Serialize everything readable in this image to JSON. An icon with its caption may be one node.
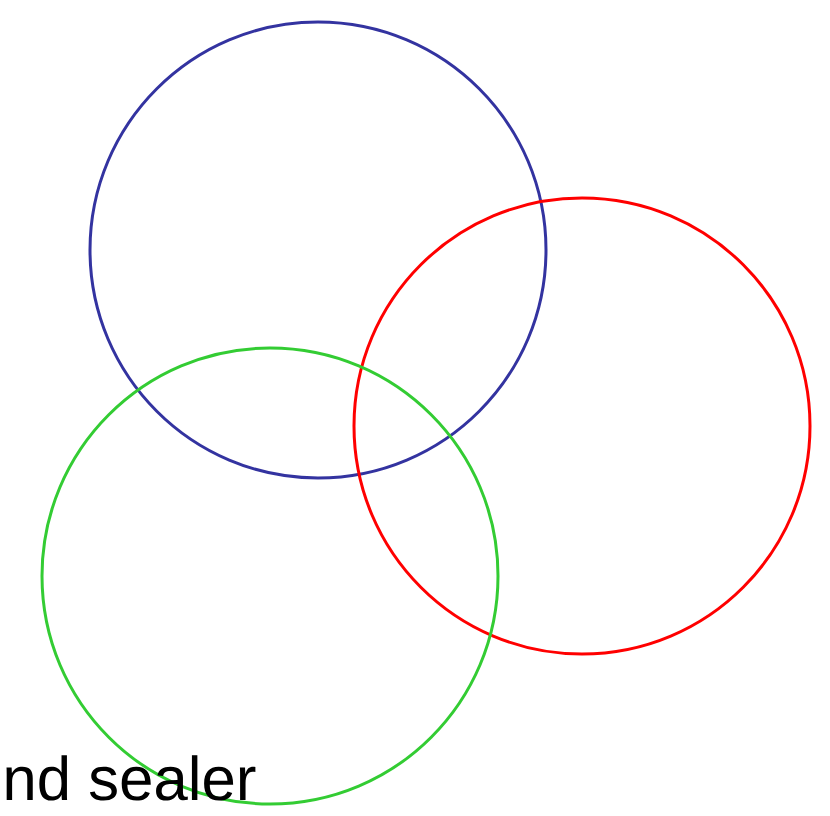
{
  "diagram": {
    "nodes": [
      {
        "text": [],
        "shape": "circle"
      },
      {
        "text": [],
        "shape": "circle"
      },
      {
        "text": [],
        "shape": "circle"
      }
    ],
    "labels": [
      "nd sealer"
    ]
  }
}
